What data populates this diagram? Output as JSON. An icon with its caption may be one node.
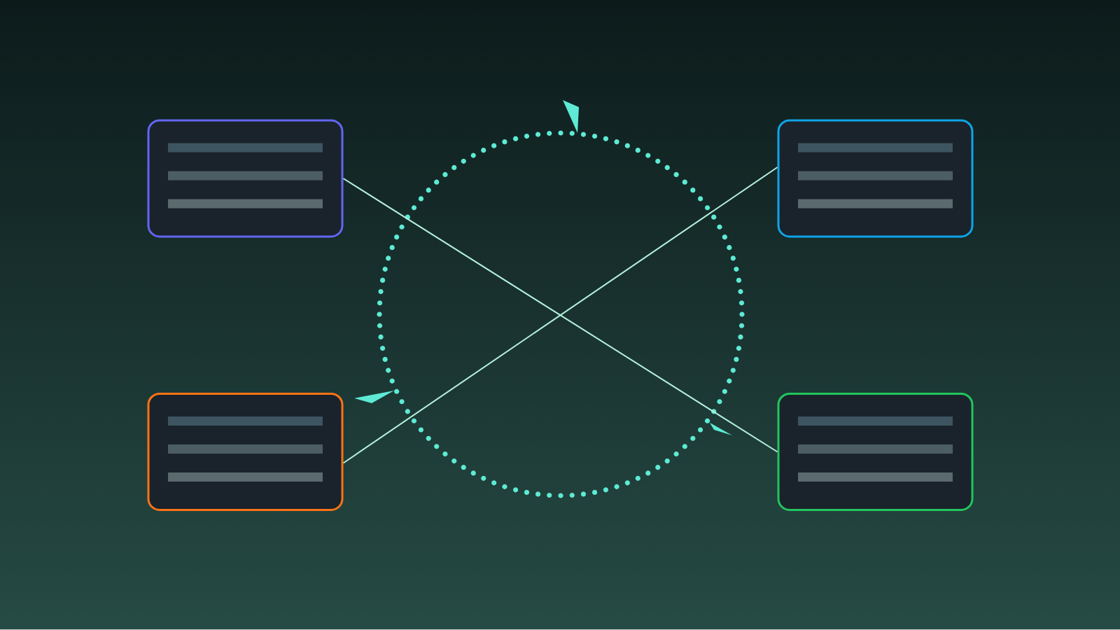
{
  "diagram": {
    "nodes": [
      {
        "text": [],
        "shape": "box"
      },
      {
        "text": [],
        "shape": "box"
      },
      {
        "text": [],
        "shape": "box"
      },
      {
        "text": [],
        "shape": "box"
      }
    ],
    "edges": [
      {
        "from": 0,
        "to": 3,
        "arrow": "none"
      },
      {
        "from": 1,
        "to": 2,
        "arrow": "none"
      }
    ]
  }
}
